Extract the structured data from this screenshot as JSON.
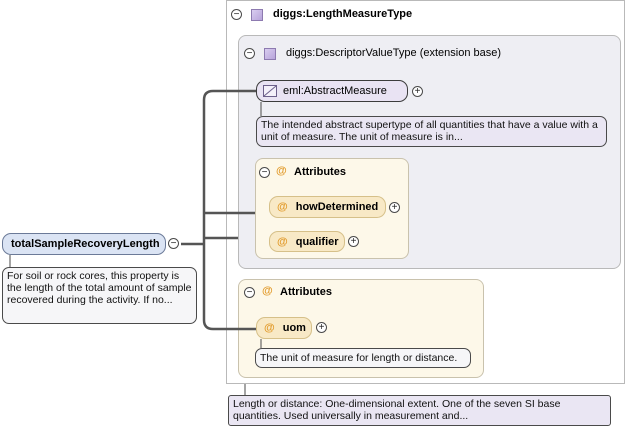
{
  "root_element": {
    "label": "totalSampleRecoveryLength",
    "annotation": "For soil or rock cores, this property is the length of the total amount of sample recovered during the activity. If no..."
  },
  "type": {
    "label": "diggs:LengthMeasureType",
    "annotation": "Length or distance: One-dimensional extent. One of the seven SI base quantities. Used universally in measurement and..."
  },
  "extension": {
    "label": "diggs:DescriptorValueType (extension base)"
  },
  "abstract_element": {
    "label": "eml:AbstractMeasure",
    "annotation": "The intended abstract supertype of all quantities that have a value with a unit of measure. The unit of measure is in..."
  },
  "inner_attributes": {
    "header": "Attributes",
    "items": [
      "howDetermined",
      "qualifier"
    ]
  },
  "outer_attributes": {
    "header": "Attributes",
    "items": [
      "uom"
    ],
    "annotation": "The unit of measure for length or distance."
  },
  "symbols": {
    "at": "@",
    "collapse": "−",
    "expand": "+"
  },
  "colors": {
    "element_fill": "#dbe4f4",
    "type_icon": "#c4b4e4",
    "attribute_fill": "#f8e9c6",
    "attribute_group_fill": "#fdf8e9",
    "extension_fill": "#eeeef3"
  }
}
